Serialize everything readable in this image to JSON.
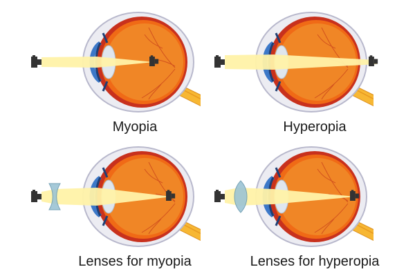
{
  "labels": {
    "myopia": "Myopia",
    "hyperopia": "Hyperopia",
    "lenses_myopia": "Lenses for myopia",
    "lenses_hyperopia": "Lenses for hyperopia"
  },
  "colors": {
    "sclera_outline": "#b8b8cc",
    "sclera_fill": "#ececf2",
    "eye_red": "#c8311d",
    "eye_orange": "#f06a16",
    "eye_inner": "#f59436",
    "cornea": "#3c78c8",
    "iris_dark": "#1f3f74",
    "lens": "#dfe6ee",
    "light_beam": "#fff2a8",
    "optic_nerve": "#f7b733",
    "object": "#333333",
    "corrective_lens": "#9cc4d4"
  },
  "panels": [
    {
      "name": "myopia",
      "eye_type": "myopia",
      "corrective_lens": "none",
      "icons": [
        "light-source-icon",
        "image-icon"
      ]
    },
    {
      "name": "hyperopia",
      "eye_type": "hyperopia",
      "corrective_lens": "none",
      "icons": [
        "light-source-icon",
        "image-icon"
      ]
    },
    {
      "name": "lenses-for-myopia",
      "eye_type": "myopia",
      "corrective_lens": "concave",
      "icons": [
        "light-source-icon",
        "concave-lens-icon",
        "image-icon"
      ]
    },
    {
      "name": "lenses-for-hyperopia",
      "eye_type": "hyperopia",
      "corrective_lens": "convex",
      "icons": [
        "light-source-icon",
        "convex-lens-icon",
        "image-icon"
      ]
    }
  ]
}
